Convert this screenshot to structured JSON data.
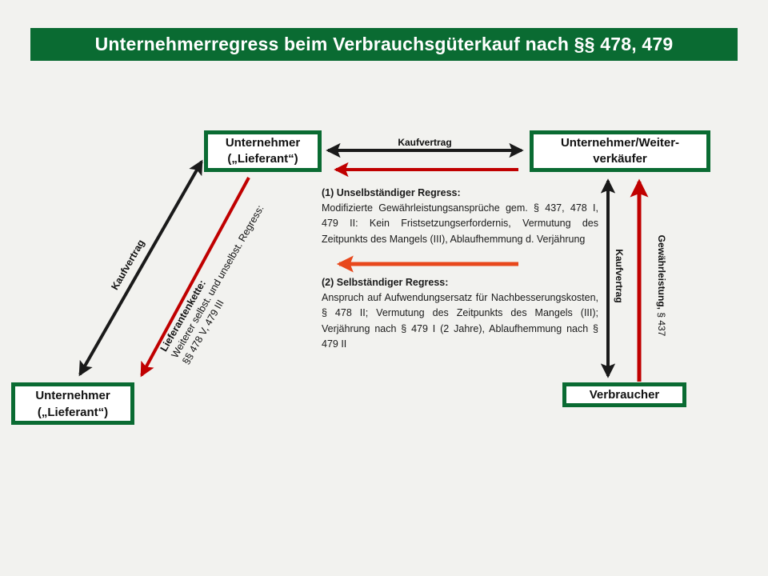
{
  "title": "Unternehmerregress beim Verbrauchsgüterkauf nach §§ 478, 479",
  "colors": {
    "background": "#F2F2EF",
    "green": "#0A6B32",
    "black": "#1A1A1A",
    "dark_red": "#C00000",
    "orange": "#E8481C",
    "white": "#FFFFFF"
  },
  "boxes": {
    "supplier_top": {
      "line1": "Unternehmer",
      "line2": "(„Lieferant“)"
    },
    "reseller": {
      "line1": "Unternehmer/Weiter-",
      "line2": "verkäufer"
    },
    "supplier_bottom": {
      "line1": "Unternehmer",
      "line2": "(„Lieferant“)"
    },
    "consumer": {
      "label": "Verbraucher"
    }
  },
  "labels": {
    "kaufvertrag_top": "Kaufvertrag",
    "kaufvertrag_diagonal": "Kaufvertrag",
    "kaufvertrag_vertical": "Kaufvertrag",
    "gewaehrleistung_bold": "Gewährleistung,",
    "gewaehrleistung_rest": " § 437",
    "chain_line1": "Lieferantenkette:",
    "chain_line2": "Weiterer selbst. und unselbst. Regress:",
    "chain_line3": "§§ 478 V,  479 III"
  },
  "notes": {
    "regress1_heading": "(1) Unselbständiger Regress:",
    "regress1_body": "Modifizierte Gewährleistungsansprüche gem. § 437, 478 I, 479 II: Kein Fristsetzungserfordernis, Vermutung des Zeitpunkts des Mangels (III), Ablaufhemmung d. Verjährung",
    "regress2_heading": "(2) Selbständiger Regress:",
    "regress2_body": "Anspruch auf Aufwendungsersatz für Nachbesserungskosten, § 478 II; Vermutung des Zeitpunkts des Mangels (III); Verjährung nach § 479 I (2 Jahre), Ablaufhemmung nach § 479 II"
  }
}
